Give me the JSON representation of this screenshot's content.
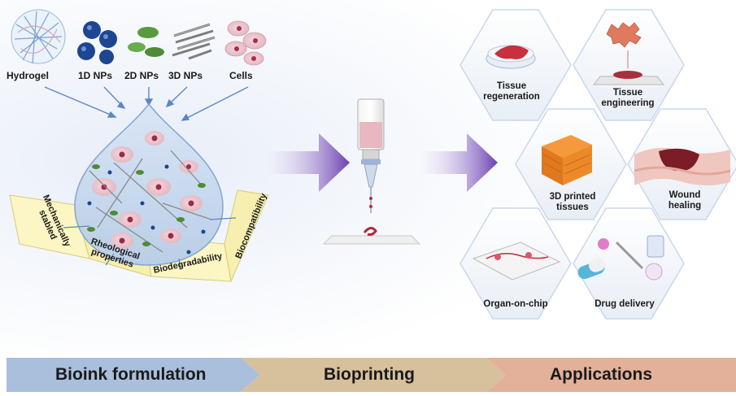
{
  "inputs": {
    "hydrogel": "Hydrogel",
    "np1d": "1D NPs",
    "np2d": "2D NPs",
    "np3d": "3D NPs",
    "cells": "Cells"
  },
  "properties": {
    "mechanical": "Mechanically stabled",
    "rheological": "Rheological properties",
    "biodegradability": "Biodegradability",
    "biocompatibility": "Biocompatibility"
  },
  "applications": {
    "tissue_regeneration": "Tissue regeneration",
    "tissue_engineering": "Tissue engineering",
    "printed_tissues": "3D printed tissues",
    "wound_healing": "Wound healing",
    "organ_on_chip": "Organ-on-chip",
    "drug_delivery": "Drug delivery"
  },
  "stages": {
    "formulation": "Bioink formulation",
    "bioprinting": "Bioprinting",
    "applications": "Applications"
  },
  "colors": {
    "banner_formulation": "#a9bfdc",
    "banner_bioprinting": "#d7c09c",
    "banner_applications": "#e3b09a",
    "process_arrow": "#7a4fb8",
    "panel_fill": "#fbf6c3",
    "hex_border": "#c9d8ea"
  }
}
